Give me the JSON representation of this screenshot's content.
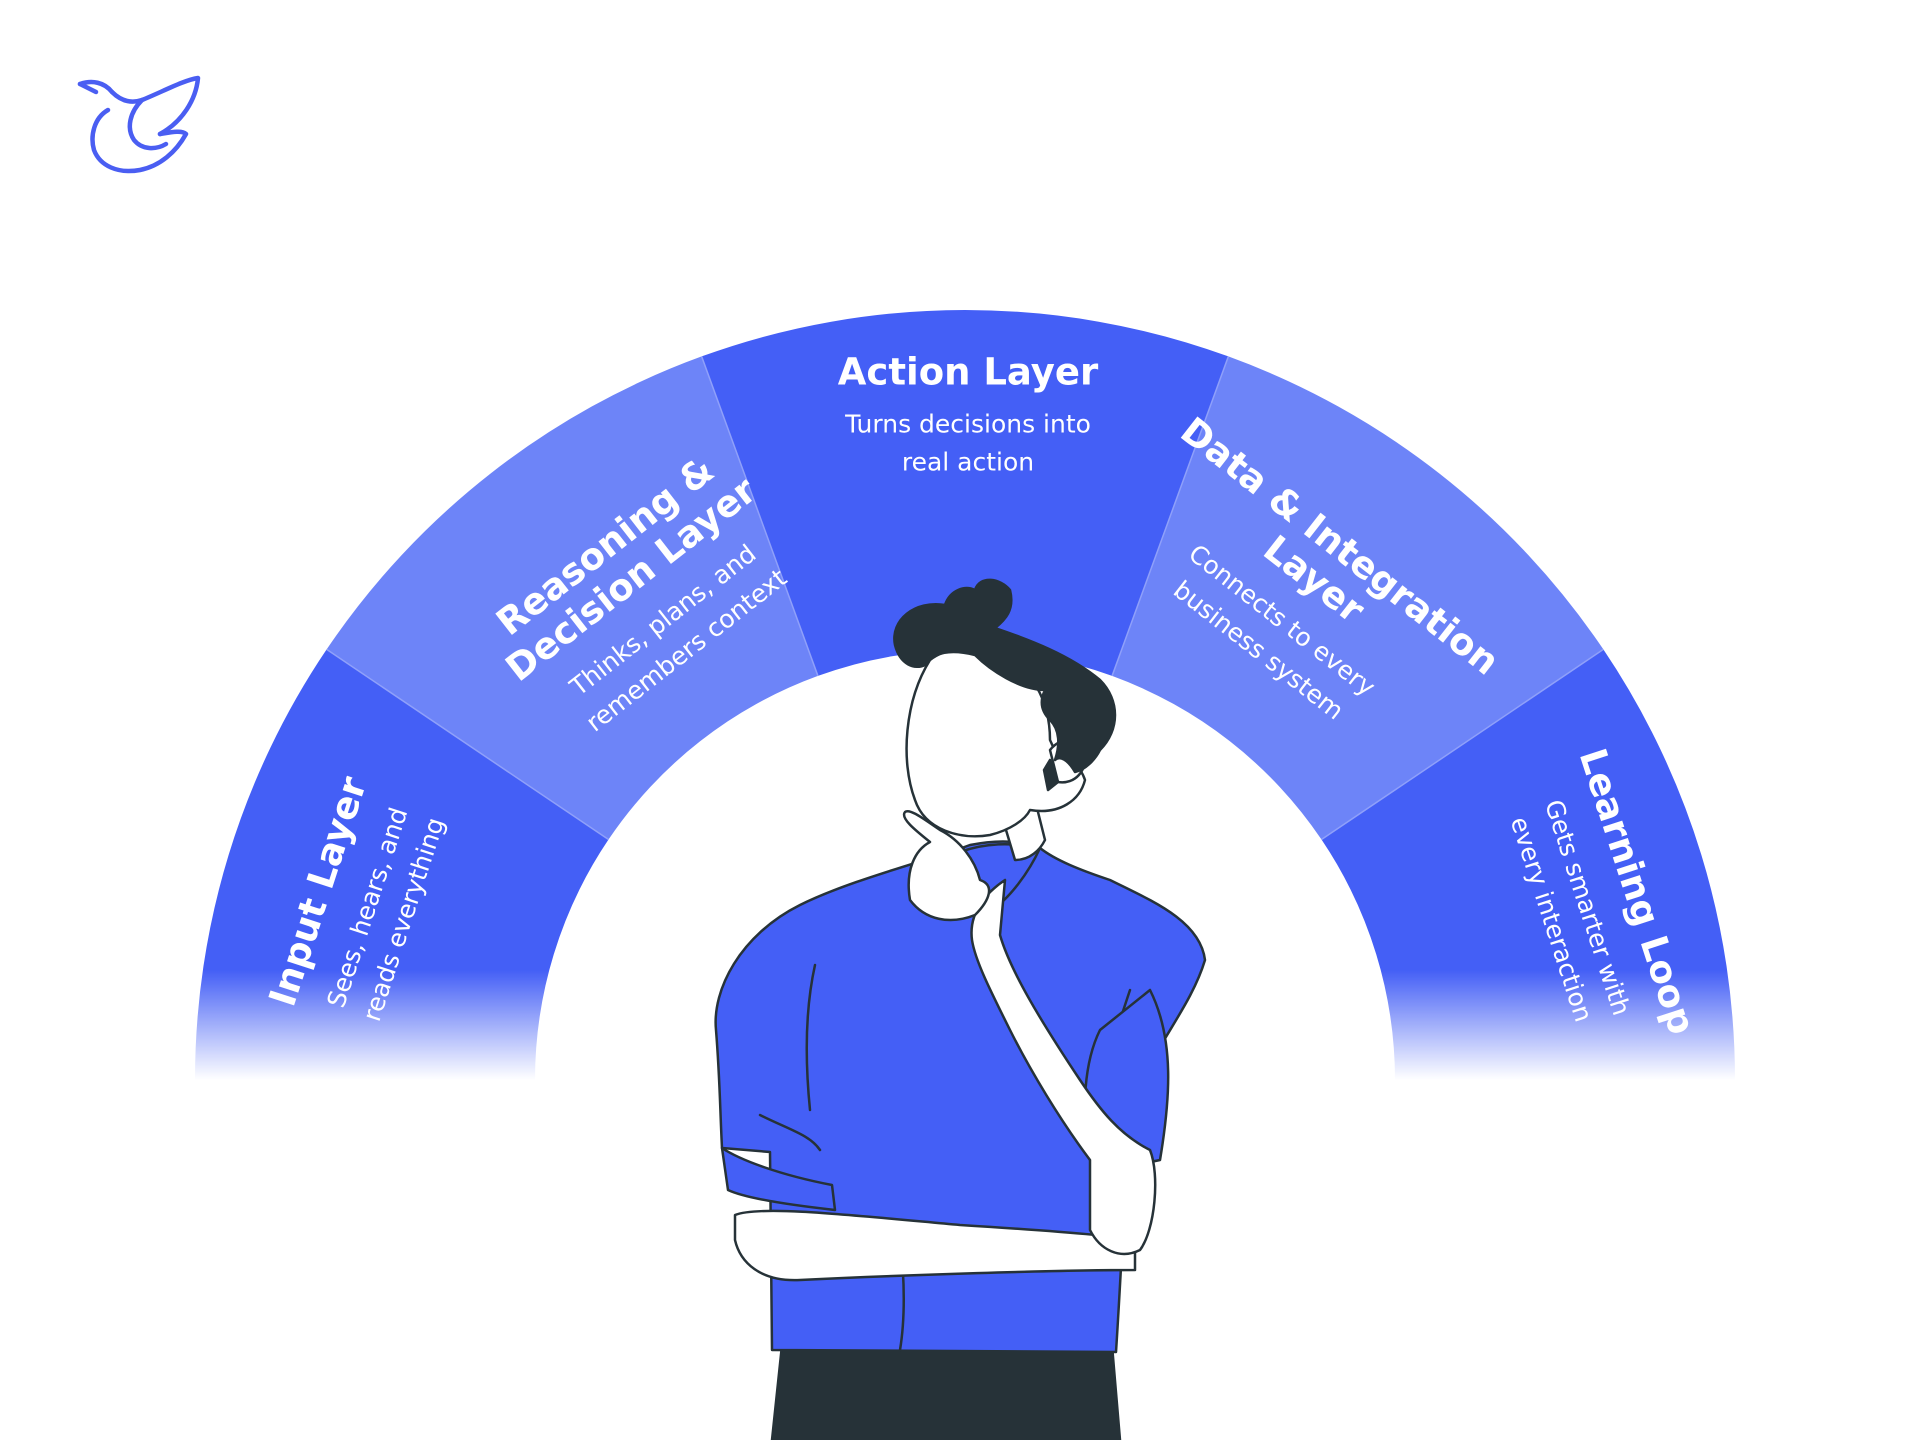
{
  "logo": {
    "icon": "dove-logo",
    "color": "#4A5EF2"
  },
  "colors": {
    "segment_dark": "#445FF6",
    "segment_light": "#6D84F8",
    "shirt": "#445FF6",
    "hair_pants": "#263238",
    "outline": "#263238",
    "skin": "#ffffff"
  },
  "layers": [
    {
      "title": "Input Layer",
      "description": [
        "Sees, hears, and",
        "reads everything"
      ]
    },
    {
      "title": [
        "Reasoning &",
        "Decision Layer"
      ],
      "description": [
        "Thinks, plans, and",
        "remembers context"
      ]
    },
    {
      "title": "Action Layer",
      "description": [
        "Turns decisions into",
        "real action"
      ]
    },
    {
      "title": [
        "Data & Integration",
        "Layer"
      ],
      "description": [
        "Connects to every",
        "business system"
      ]
    },
    {
      "title": "Learning Loop",
      "description": [
        "Gets smarter with",
        "every interaction"
      ]
    }
  ]
}
